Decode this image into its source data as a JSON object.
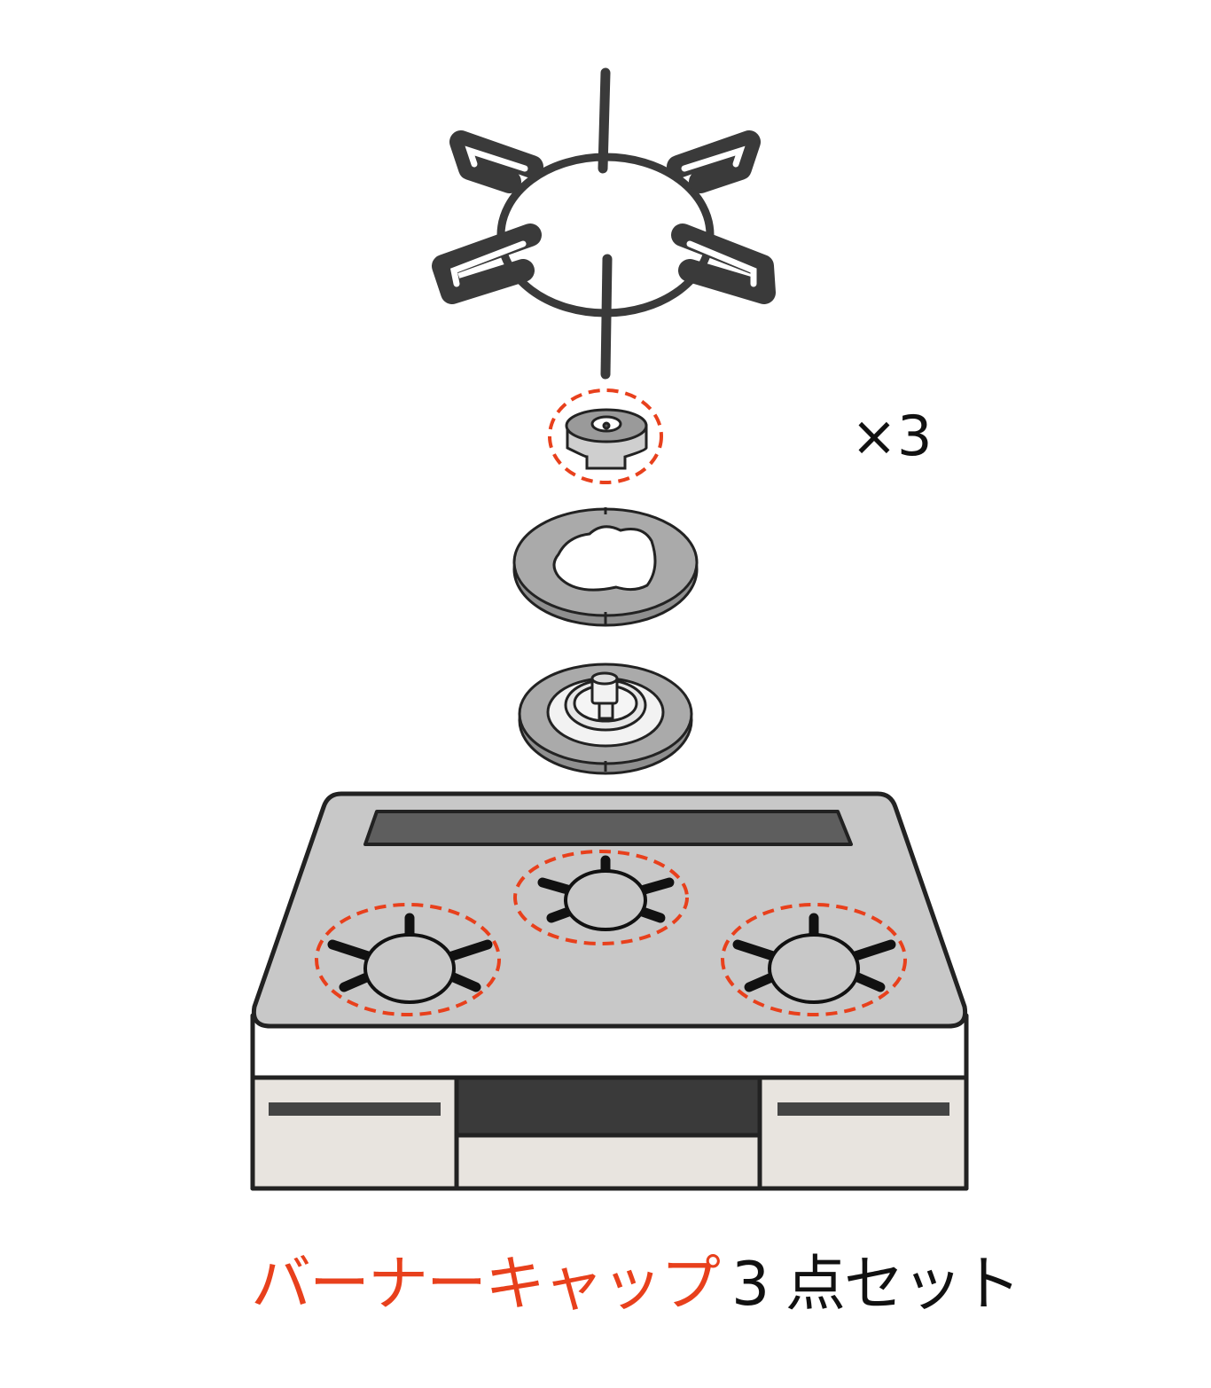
{
  "quantity_label": "×3",
  "caption": {
    "highlight": "バーナーキャップ",
    "rest": "3 点セット"
  },
  "colors": {
    "accent": "#e8401c",
    "stroke": "#222222",
    "panel": "#c8c8c8",
    "part": "#a9a9a9",
    "drawer": "#e8e4df"
  }
}
